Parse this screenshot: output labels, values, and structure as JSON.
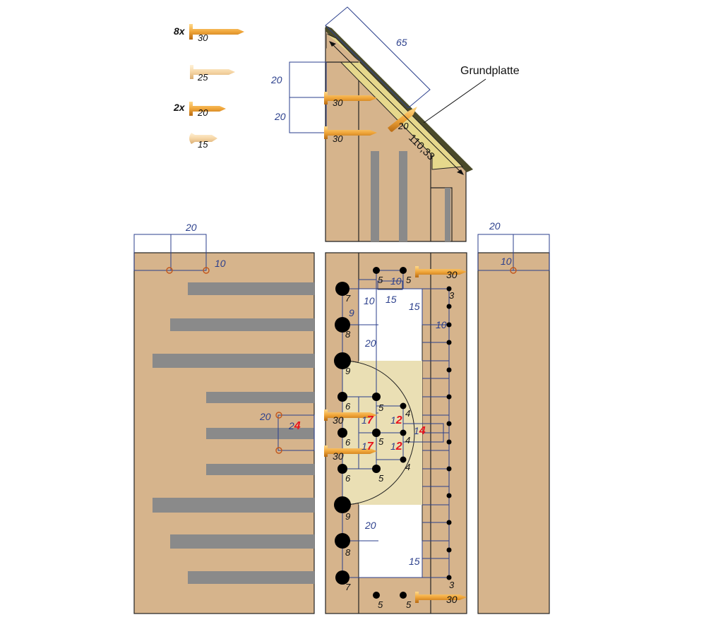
{
  "legend": [
    {
      "qty": "8x",
      "length": "30",
      "style": "dark"
    },
    {
      "qty": "",
      "length": "25",
      "style": "light"
    },
    {
      "qty": "2x",
      "length": "20",
      "style": "dark"
    },
    {
      "qty": "",
      "length": "15",
      "style": "light"
    }
  ],
  "roof_view": {
    "label_grundplatte": "Grundplatte",
    "dim_65": "65",
    "dim_diag": "110,33",
    "dim_20a": "20",
    "dim_20b": "20",
    "nail_a": "30",
    "nail_b": "30",
    "nail_c": "20"
  },
  "left_panel": {
    "dim_top": "20",
    "dim_side": "10",
    "dim_20": "20",
    "dim_24_prefix": "2",
    "dim_24_red": "4"
  },
  "right_panel": {
    "dim_top": "20",
    "dim_side": "10"
  },
  "center_panel": {
    "nail_top": "30",
    "nail_bottom": "30",
    "nail_mid1": "30",
    "nail_mid2": "30",
    "top_hole_a": "5",
    "top_hole_b": "5",
    "dim_10a": "10",
    "dim_10b": "10",
    "dim_15a": "15",
    "dim_15b": "15",
    "dim_10c": "10",
    "dim_3a": "3",
    "dim_9": "9",
    "dim_20a": "20",
    "dim_20b": "20",
    "dim_3b": "3",
    "bottom_hole_a": "5",
    "bottom_hole_b": "5",
    "left_holes": [
      "7",
      "8",
      "9",
      "6",
      "6",
      "6",
      "9",
      "8",
      "7"
    ],
    "mid_holes": [
      "5",
      "5",
      "5"
    ],
    "right_holes": [
      "4",
      "4",
      "4"
    ],
    "dim_17a_prefix": "1",
    "dim_17a_red": "7",
    "dim_17b_prefix": "1",
    "dim_17b_red": "7",
    "dim_12a_prefix": "1",
    "dim_12a_red": "2",
    "dim_12b_prefix": "1",
    "dim_12b_red": "2",
    "dim_14_prefix": "1",
    "dim_14_red": "4"
  }
}
